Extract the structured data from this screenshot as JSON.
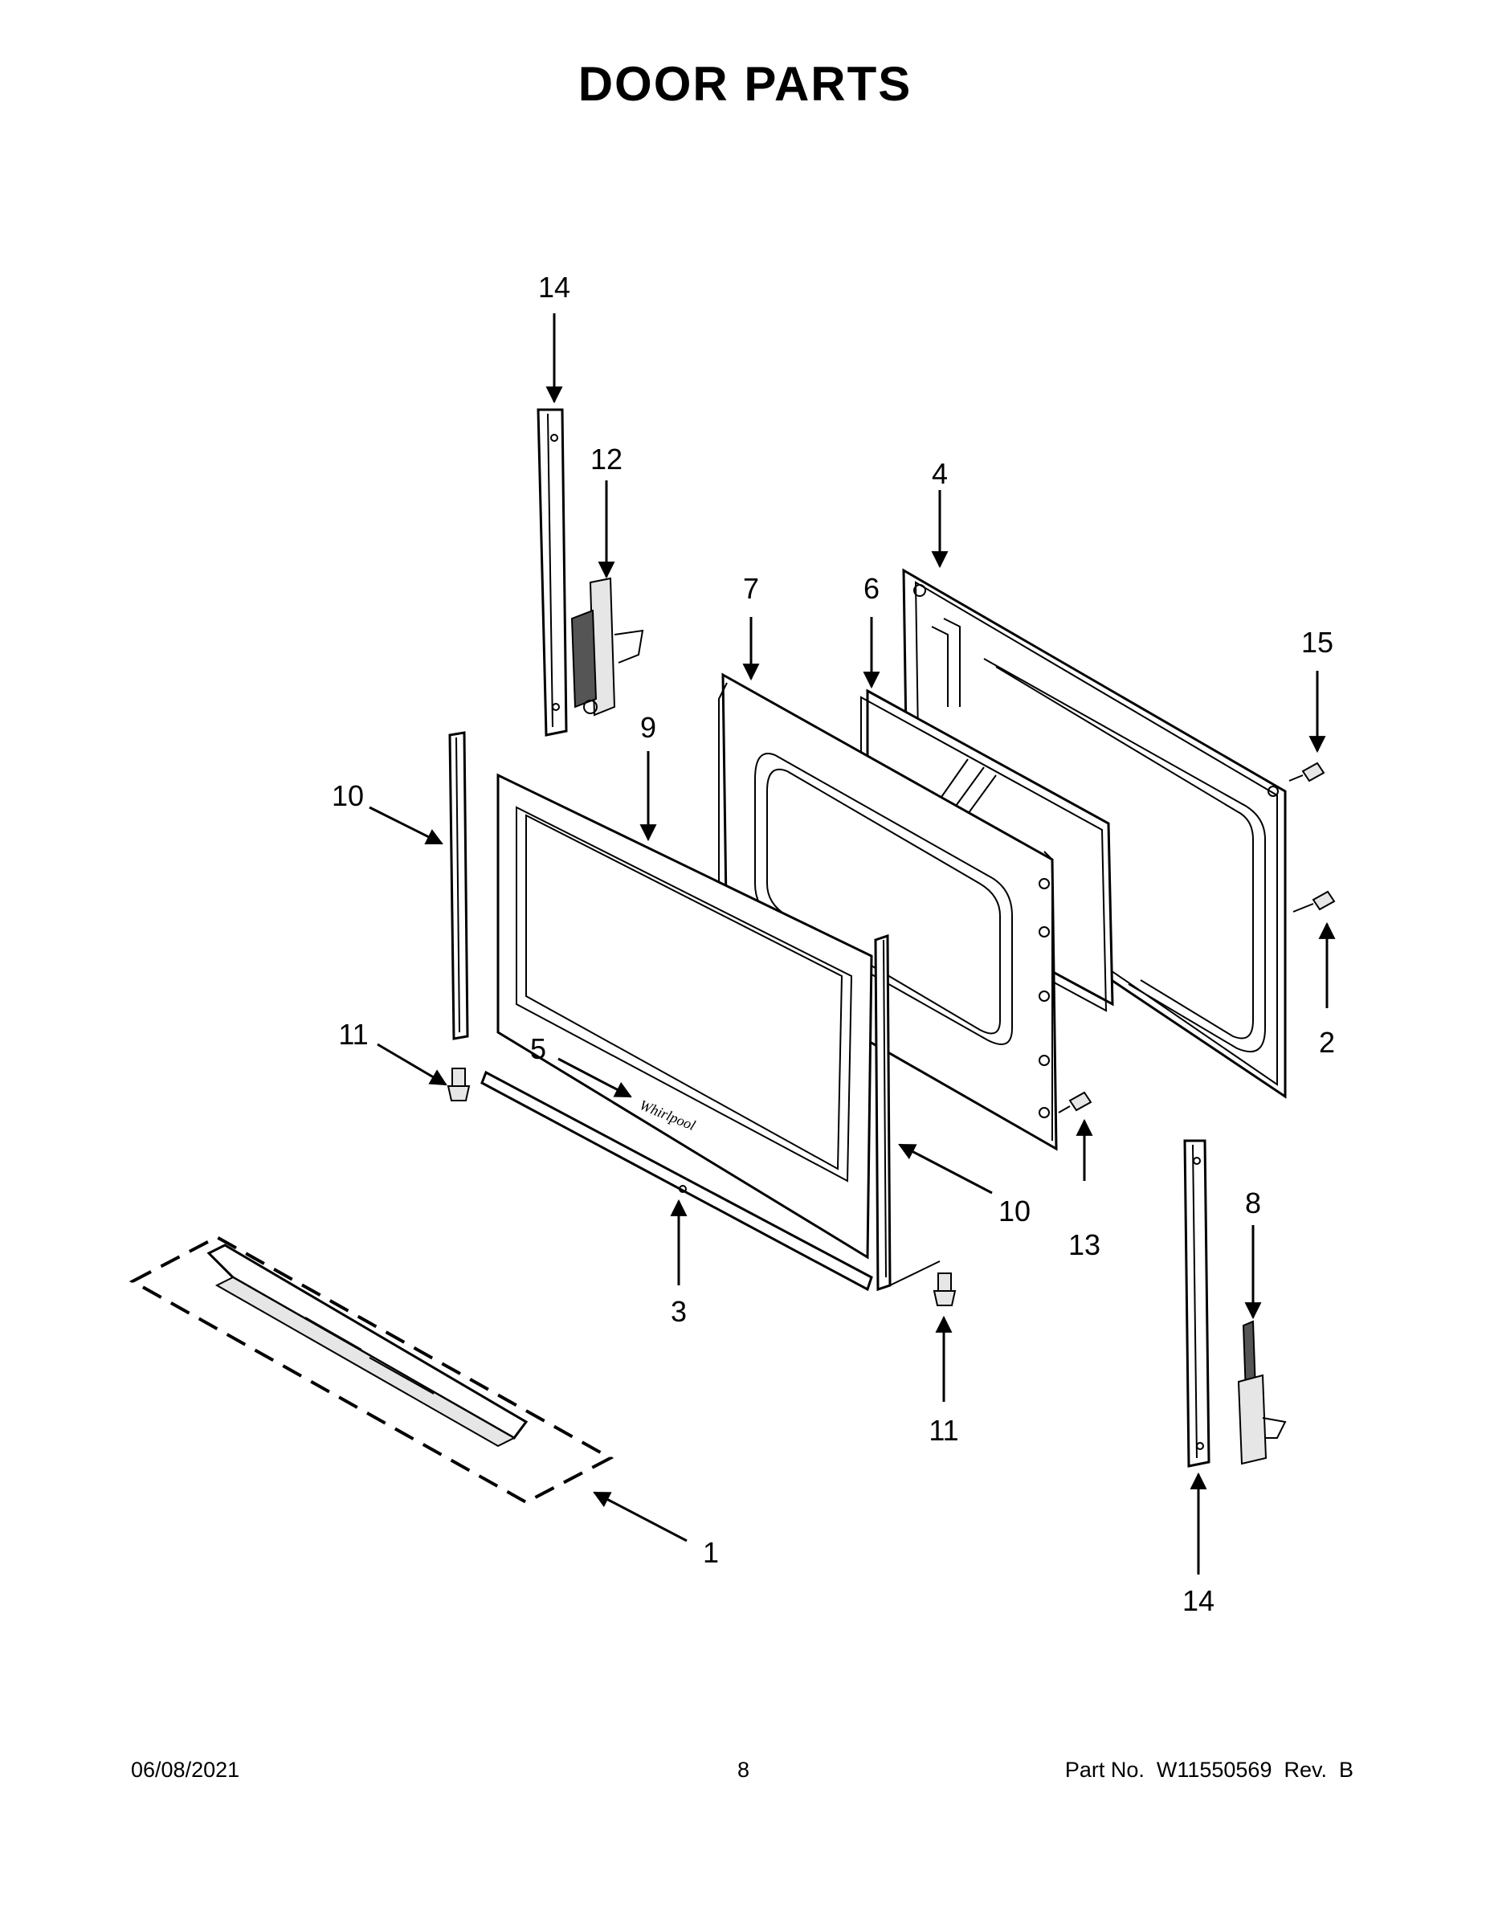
{
  "page": {
    "title": "DOOR PARTS"
  },
  "diagram": {
    "callouts": [
      {
        "id": "14-top",
        "label": "14"
      },
      {
        "id": "12",
        "label": "12"
      },
      {
        "id": "4",
        "label": "4"
      },
      {
        "id": "7",
        "label": "7"
      },
      {
        "id": "6",
        "label": "6"
      },
      {
        "id": "15",
        "label": "15"
      },
      {
        "id": "9",
        "label": "9"
      },
      {
        "id": "10-left",
        "label": "10"
      },
      {
        "id": "11-left",
        "label": "11"
      },
      {
        "id": "5",
        "label": "5"
      },
      {
        "id": "2",
        "label": "2"
      },
      {
        "id": "10-right",
        "label": "10"
      },
      {
        "id": "13",
        "label": "13"
      },
      {
        "id": "8",
        "label": "8"
      },
      {
        "id": "3",
        "label": "3"
      },
      {
        "id": "11-right",
        "label": "11"
      },
      {
        "id": "1",
        "label": "1"
      },
      {
        "id": "14-bottom",
        "label": "14"
      }
    ],
    "logo_text": "Whirlpool"
  },
  "footer": {
    "date": "06/08/2021",
    "page_number": "8",
    "part_number": "Part No.  W11550569  Rev.  B"
  }
}
